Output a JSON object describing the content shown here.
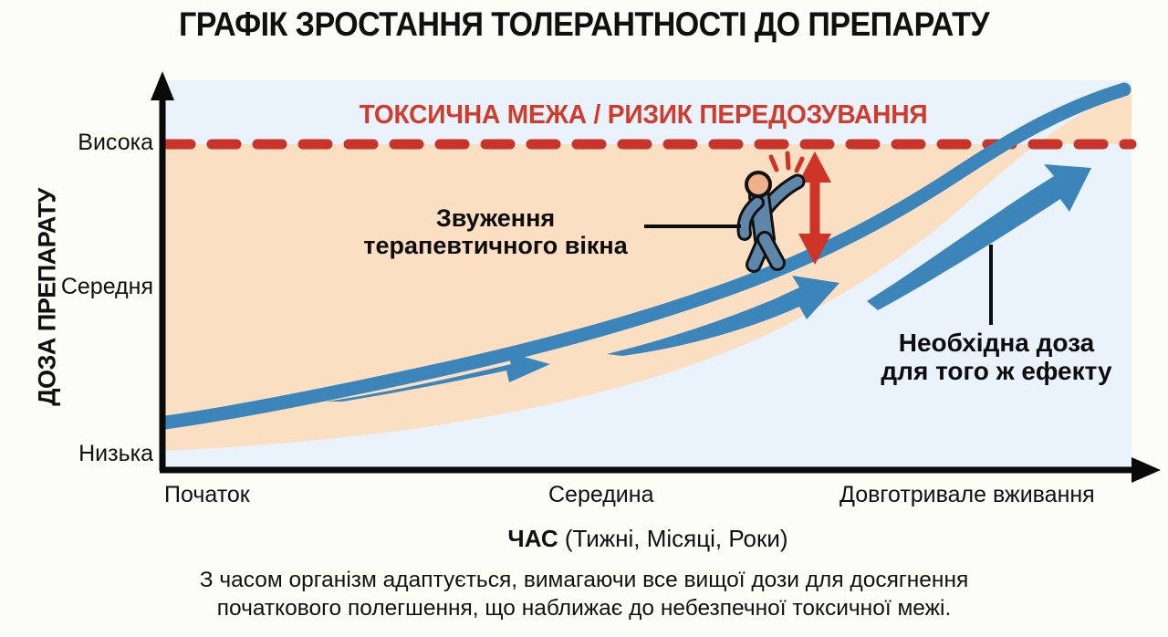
{
  "title": "ГРАФІК ЗРОСТАННЯ ТОЛЕРАНТНОСТІ ДО ПРЕПАРАТУ",
  "axes": {
    "y_title": "ДОЗА ПРЕПАРАТУ",
    "x_title_strong": "ЧАС",
    "x_title_rest": " (Тижні, Місяці, Роки)",
    "y_ticks": [
      "Висока",
      "Середня",
      "Низька"
    ],
    "x_ticks": [
      "Початок",
      "Середина",
      "Довготривале вживання"
    ]
  },
  "threshold": {
    "label": "ТОКСИЧНА МЕЖА / РИЗИК ПЕРЕДОЗУВАННЯ",
    "color": "#d13b2c",
    "line_color": "#c8332a",
    "style": "dashed"
  },
  "annotations": {
    "window": "Звуження\nтерапевтичного вікна",
    "window_line1": "Звуження",
    "window_line2": "терапевтичного вікна",
    "dose": "Необхідна доза\nдля того ж ефекту",
    "dose_line1": "Необхідна доза",
    "dose_line2": "для того ж ефекту"
  },
  "caption_line1": "З часом організм адаптується, вимагаючи все вищої дози для досягнення",
  "caption_line2": "початкового полегшення, що наближає до небезпечної токсичної межі.",
  "colors": {
    "background": "#fdfdf7",
    "plot_lower_fill": "#eaf3fb",
    "plot_window_fill": "#fbdfc2",
    "curve": "#3c85bb",
    "curve_dark": "#2f74aa",
    "threshold": "#c8332a",
    "arrow_red": "#cf3526",
    "figure_body": "#5d86a8",
    "figure_head": "#f0b08a",
    "axis": "#0a0a0a",
    "text": "#101010"
  },
  "figure": {
    "name": "person-reaching-threshold",
    "head_color": "#f0b08a",
    "body_color": "#5d86a8",
    "impact_lines": 3
  },
  "chart_data": {
    "type": "line",
    "title": "ГРАФІК ЗРОСТАННЯ ТОЛЕРАНТНОСТІ ДО ПРЕПАРАТУ",
    "xlabel": "ЧАС (Тижні, Місяці, Роки)",
    "ylabel": "ДОЗА ПРЕПАРАТУ",
    "grid": false,
    "legend": "none",
    "x_tick_labels": [
      "Початок",
      "Середина",
      "Довготривале вживання"
    ],
    "x_tick_positions": [
      0,
      50,
      90
    ],
    "y_tick_labels": [
      "Низька",
      "Середня",
      "Висока"
    ],
    "y_tick_values": [
      10,
      55,
      95
    ],
    "xlim": [
      0,
      100
    ],
    "ylim": [
      0,
      100
    ],
    "series": [
      {
        "name": "Необхідна доза для того ж ефекту",
        "color": "#3c85bb",
        "x": [
          0,
          10,
          20,
          30,
          40,
          50,
          60,
          70,
          80,
          90,
          100
        ],
        "y": [
          14,
          19,
          25,
          32,
          39,
          47,
          55,
          64,
          74,
          86,
          100
        ]
      }
    ],
    "threshold_line": {
      "label": "ТОКСИЧНА МЕЖА / РИЗИК ПЕРЕДОЗУВАННЯ",
      "y": 95,
      "style": "dashed",
      "color": "#c8332a"
    },
    "regions": [
      {
        "name": "therapeutic-window",
        "description": "Звуження терапевтичного вікна",
        "fill": "#fbdfc2",
        "between": [
          "curve",
          "threshold_line"
        ]
      },
      {
        "name": "sub-therapeutic",
        "fill": "#eaf3fb",
        "between": [
          "x-axis",
          "curve"
        ]
      }
    ],
    "annotations": [
      {
        "text": "Звуження терапевтичного вікна",
        "x": 33,
        "y": 72
      },
      {
        "text": "Необхідна доза для того ж ефекту",
        "x": 86,
        "y": 38
      },
      {
        "text": "ТОКСИЧНА МЕЖА / РИЗИК ПЕРЕДОЗУВАННЯ",
        "x": 50,
        "y": 100
      }
    ],
    "caption": "З часом організм адаптується, вимагаючи все вищої дози для досягнення початкового полегшення, що наближає до небезпечної токсичної межі."
  }
}
